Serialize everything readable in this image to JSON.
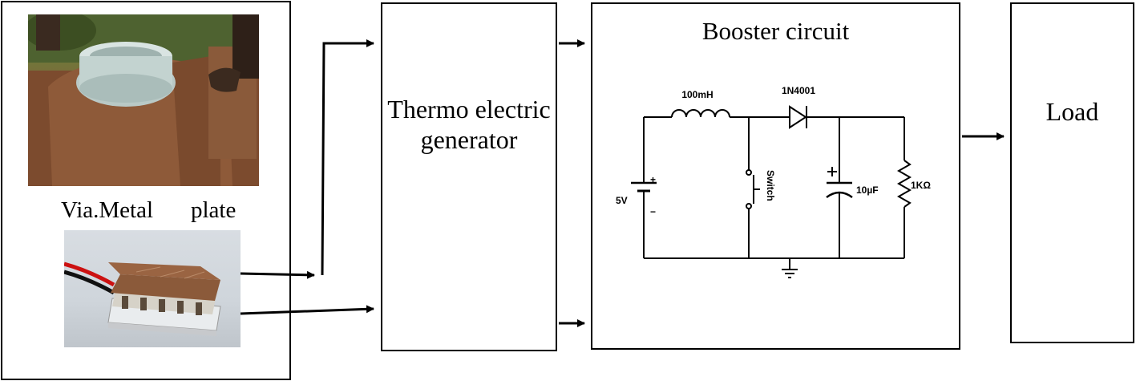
{
  "source": {
    "caption_part1": "Via.Metal",
    "caption_part2": "plate"
  },
  "teg": {
    "label": "Thermo electric generator"
  },
  "booster": {
    "title": "Booster circuit",
    "inductor": "100mH",
    "diode": "1N4001",
    "source_voltage": "5V",
    "plus": "+",
    "minus": "−",
    "switch": "Switch",
    "capacitor": "10µF",
    "resistor": "1KΩ"
  },
  "load": {
    "label": "Load"
  }
}
